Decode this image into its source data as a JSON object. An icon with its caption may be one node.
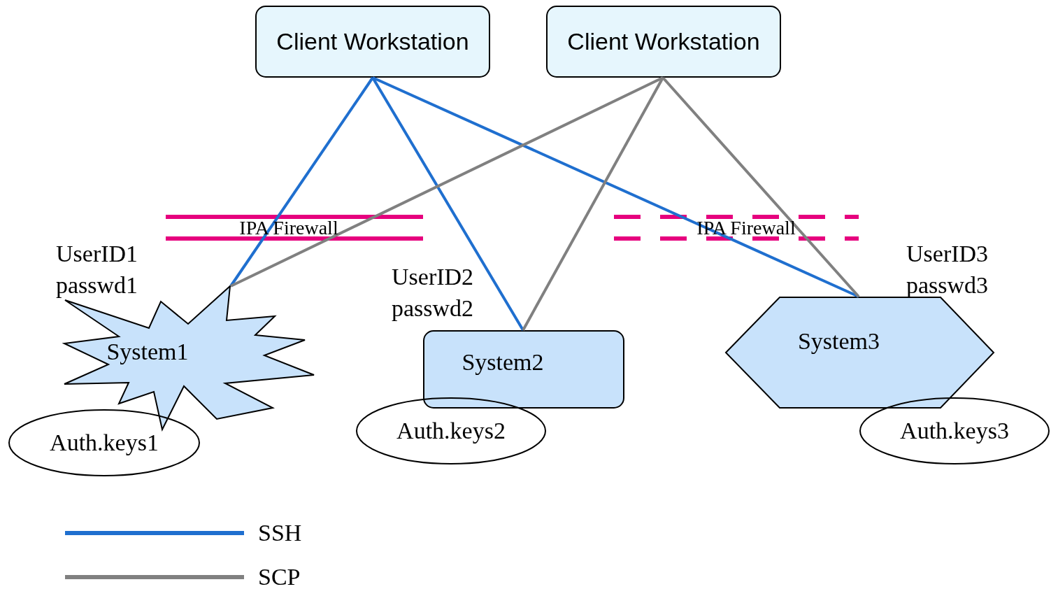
{
  "diagram": {
    "nodes": [
      {
        "text": [
          "Client Workstation"
        ]
      },
      {
        "text": [
          "Client Workstation"
        ]
      },
      {
        "text": [
          "System1"
        ],
        "beside": [
          "UserID1",
          "passwd1"
        ]
      },
      {
        "text": [
          "System2"
        ],
        "beside": [
          "UserID2",
          "passwd2"
        ]
      },
      {
        "text": [
          "System3"
        ],
        "beside": [
          "UserID3",
          "passwd3"
        ]
      },
      {
        "text": [
          "Auth.keys1"
        ]
      },
      {
        "text": [
          "Auth.keys2"
        ]
      },
      {
        "text": [
          "Auth.keys3"
        ]
      }
    ],
    "edges": [
      {
        "from": 0,
        "to": 2,
        "arrow": "none",
        "color": "#1f6fcf"
      },
      {
        "from": 0,
        "to": 3,
        "arrow": "none",
        "color": "#1f6fcf"
      },
      {
        "from": 0,
        "to": 4,
        "arrow": "none",
        "color": "#1f6fcf"
      },
      {
        "from": 1,
        "to": 2,
        "arrow": "none",
        "color": "#808080"
      },
      {
        "from": 1,
        "to": 3,
        "arrow": "none",
        "color": "#808080"
      },
      {
        "from": 1,
        "to": 4,
        "arrow": "none",
        "color": "#808080"
      }
    ],
    "labels": [
      "IPA Firewall",
      "IPA Firewall"
    ],
    "legend": [
      {
        "text": "SSH",
        "color": "#1f6fcf"
      },
      {
        "text": "SCP",
        "color": "#808080"
      }
    ]
  }
}
